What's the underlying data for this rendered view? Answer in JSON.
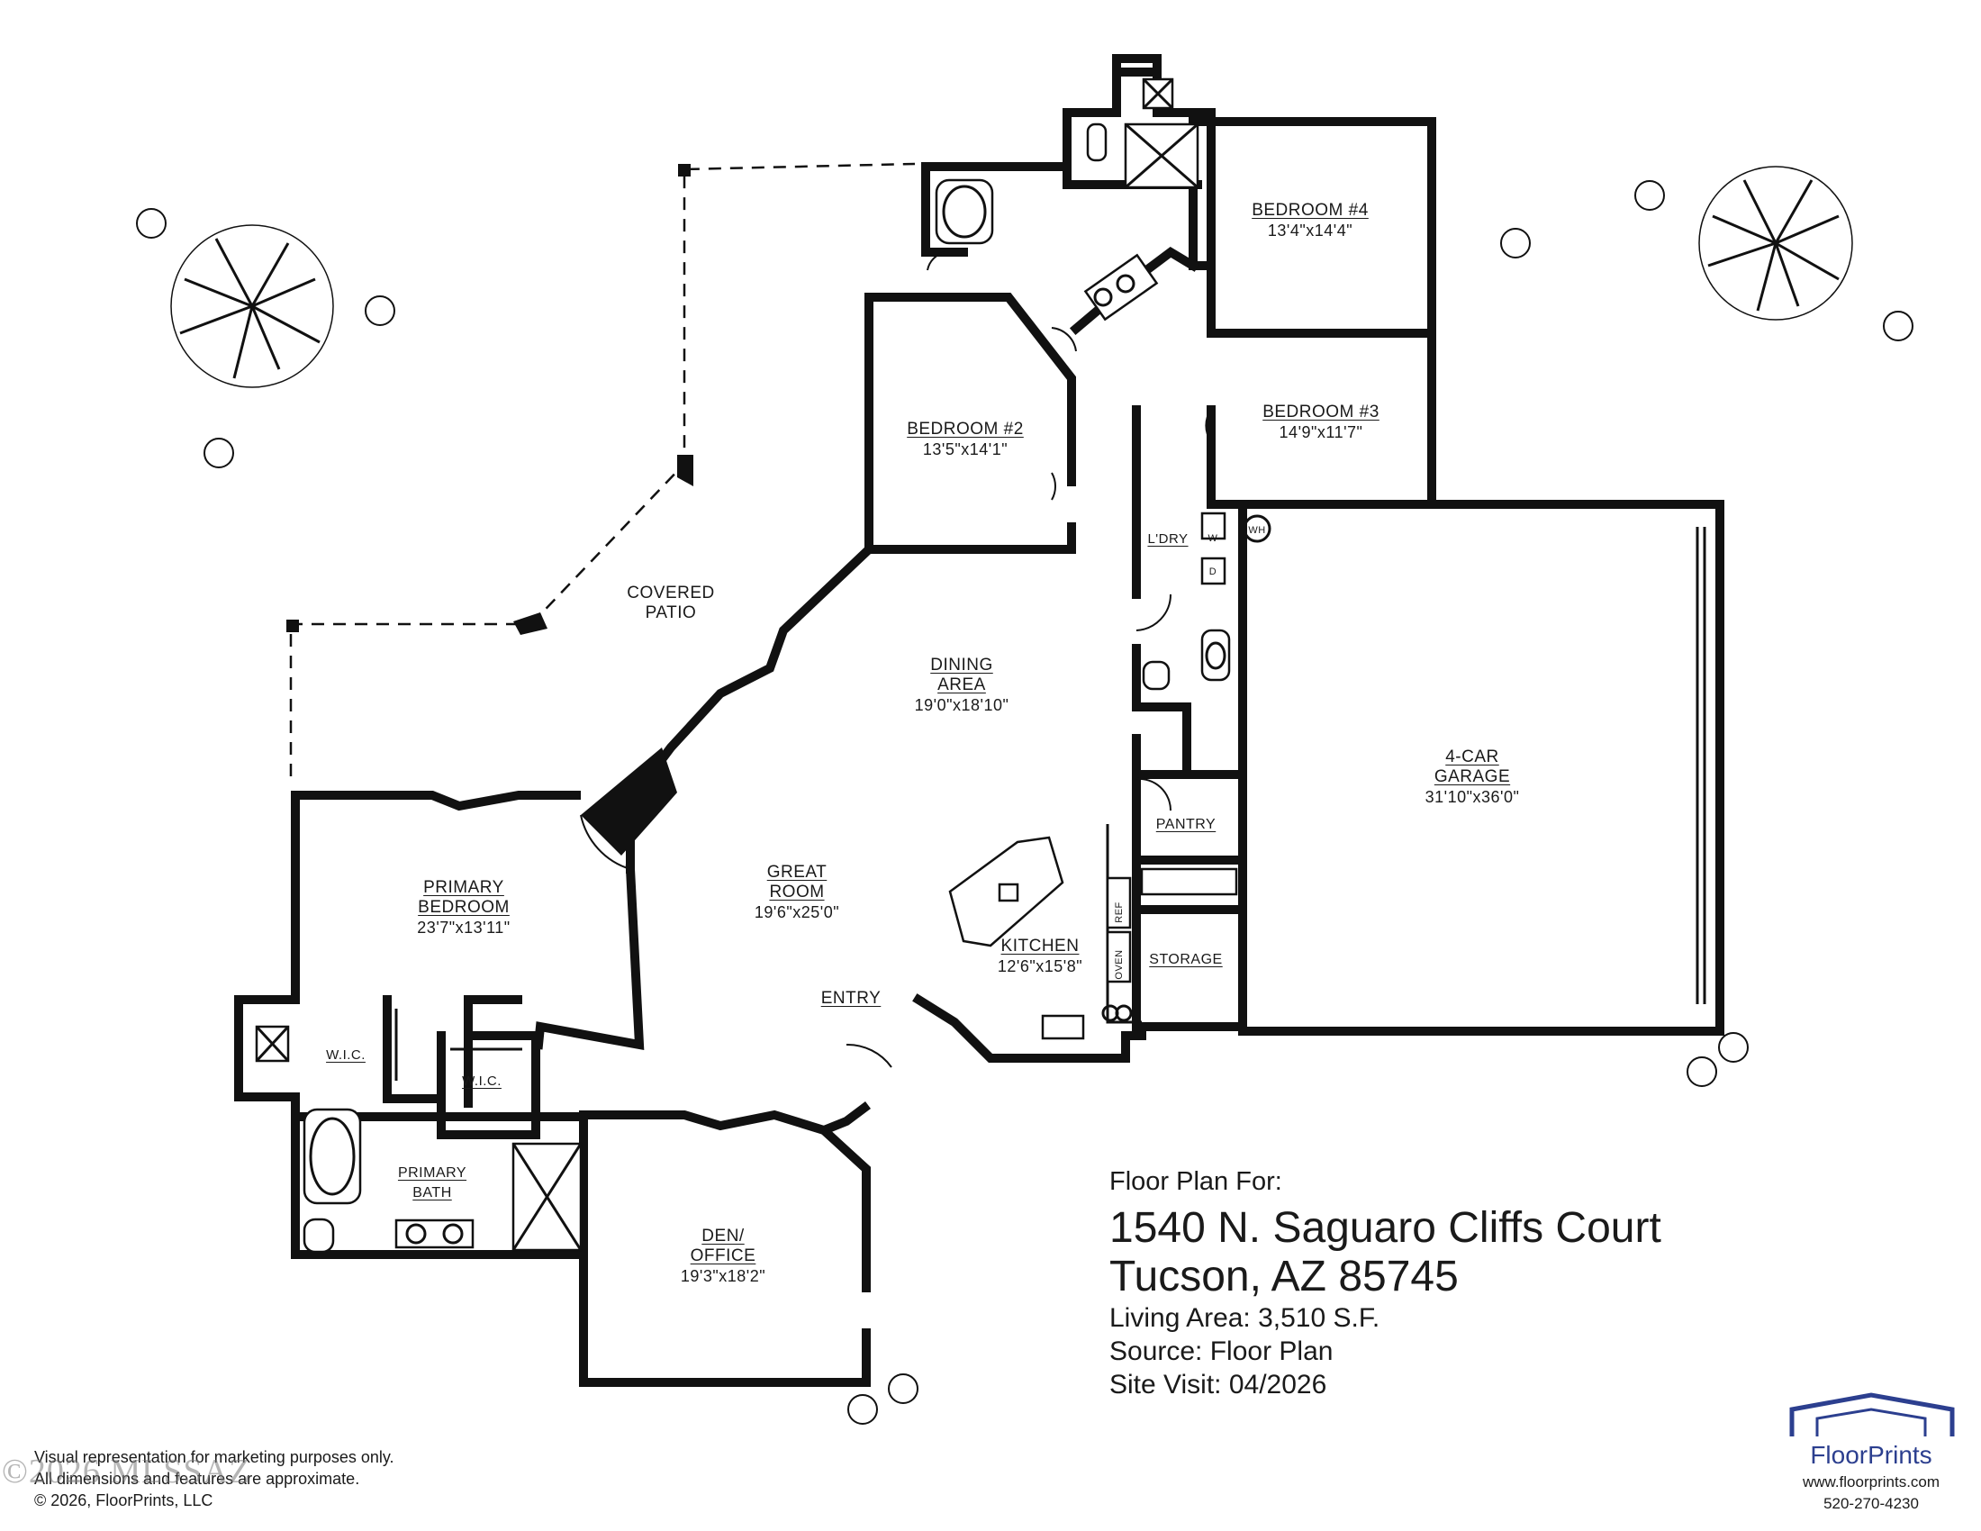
{
  "rooms": {
    "covered_patio": {
      "name": "COVERED\nPATIO"
    },
    "dining": {
      "name": "DINING\nAREA",
      "dims": "19'0\"x18'10\""
    },
    "great_room": {
      "name": "GREAT\nROOM",
      "dims": "19'6\"x25'0\""
    },
    "primary_bedroom": {
      "name": "PRIMARY\nBEDROOM",
      "dims": "23'7\"x13'11\""
    },
    "bedroom2": {
      "name": "BEDROOM #2",
      "dims": "13'5\"x14'1\""
    },
    "bedroom3": {
      "name": "BEDROOM #3",
      "dims": "14'9\"x11'7\""
    },
    "bedroom4": {
      "name": "BEDROOM #4",
      "dims": "13'4\"x14'4\""
    },
    "garage": {
      "name": "4-CAR\nGARAGE",
      "dims": "31'10\"x36'0\""
    },
    "kitchen": {
      "name": "KITCHEN",
      "dims": "12'6\"x15'8\""
    },
    "den": {
      "name": "DEN/\nOFFICE",
      "dims": "19'3\"x18'2\""
    },
    "primary_bath": {
      "name": "PRIMARY\nBATH"
    },
    "entry": {
      "name": "ENTRY"
    },
    "pantry": {
      "name": "PANTRY"
    },
    "storage": {
      "name": "STORAGE"
    },
    "laundry": {
      "name": "L'DRY"
    },
    "wic1": {
      "name": "W.I.C."
    },
    "wic2": {
      "name": "W.I.C."
    }
  },
  "appliances": {
    "water_heater": "WH",
    "washer": "W",
    "dryer": "D",
    "refrigerator": "REF",
    "oven": "OVEN"
  },
  "info": {
    "lead": "Floor Plan For:",
    "address1": "1540 N. Saguaro Cliffs Court",
    "address2": "Tucson, AZ  85745",
    "living_area": "Living Area:  3,510 S.F.",
    "source": "Source:  Floor Plan",
    "site_visit": "Site Visit:  04/2026"
  },
  "disclaimer": {
    "line1": "Visual representation for marketing purposes only.",
    "line2": "All dimensions and features are approximate.",
    "line3": "© 2026, FloorPrints, LLC"
  },
  "watermark": "©2026 MLSSAZ",
  "brand": {
    "name": "FloorPrints",
    "site": "www.floorprints.com",
    "phone": "520-270-4230",
    "color": "#2c3f8f"
  }
}
